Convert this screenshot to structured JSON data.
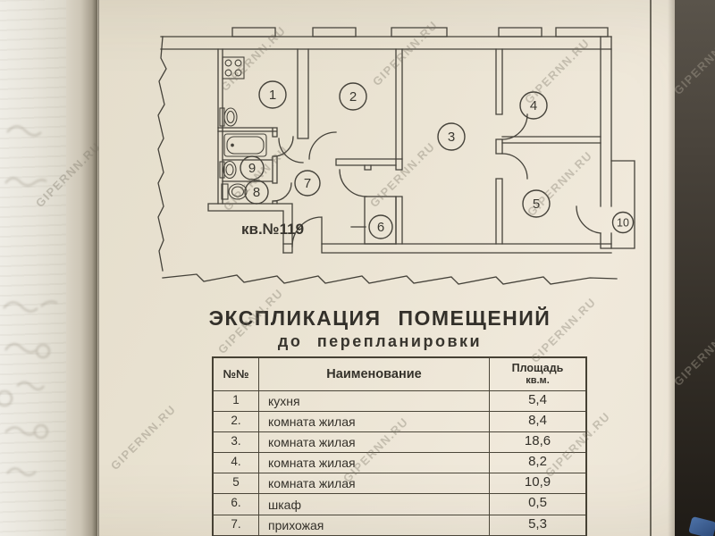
{
  "watermark": {
    "text": "GIPERNN.RU"
  },
  "plan": {
    "apartment_label": "кв.№119",
    "rooms": {
      "r1": "1",
      "r2": "2",
      "r3": "3",
      "r4": "4",
      "r5": "5",
      "r6": "6",
      "r7": "7",
      "r8": "8",
      "r9": "9",
      "r10": "10"
    }
  },
  "heading": {
    "title": "ЭКСПЛИКАЦИЯ ПОМЕЩЕНИЙ",
    "subtitle": "до перепланировки"
  },
  "table": {
    "headers": {
      "num": "№№",
      "name": "Наименование",
      "area1": "Площадь",
      "area2": "кв.м."
    },
    "rows": [
      {
        "num": "1",
        "name": "кухня",
        "area": "5,4"
      },
      {
        "num": "2.",
        "name": "комната жилая",
        "area": "8,4"
      },
      {
        "num": "3.",
        "name": "комната жилая",
        "area": "18,6"
      },
      {
        "num": "4.",
        "name": "комната жилая",
        "area": "8,2"
      },
      {
        "num": "5",
        "name": "комната жилая",
        "area": "10,9"
      },
      {
        "num": "6.",
        "name": "шкаф",
        "area": "0,5"
      },
      {
        "num": "7.",
        "name": "прихожая",
        "area": "5,3"
      },
      {
        "num": "",
        "name": "",
        "area": ""
      }
    ]
  }
}
